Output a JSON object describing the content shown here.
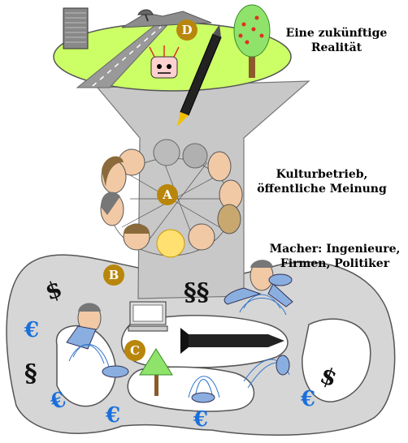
{
  "captions": {
    "future_reality_line1": "Eine zukünftige",
    "future_reality_line2": "Realität",
    "culture_line1": "Kulturbetrieb,",
    "culture_line2": "öffentliche Meinung",
    "makers_line1": "Macher: Ingenieure,",
    "makers_line2": "Firmen, Politiker"
  },
  "badges": {
    "a": "A",
    "b": "B",
    "c": "C",
    "d": "D"
  },
  "symbols": {
    "dollar": "$",
    "euro": "€",
    "paragraph": "§",
    "double_paragraph": "§§"
  },
  "colors": {
    "plateau": "#ccff66",
    "funnel": "#c8c8c8",
    "tube": "#d6d6d6",
    "badge": "#b8860b",
    "euro": "#1a6fdc",
    "water": "#3377cc",
    "road": "#999999"
  }
}
